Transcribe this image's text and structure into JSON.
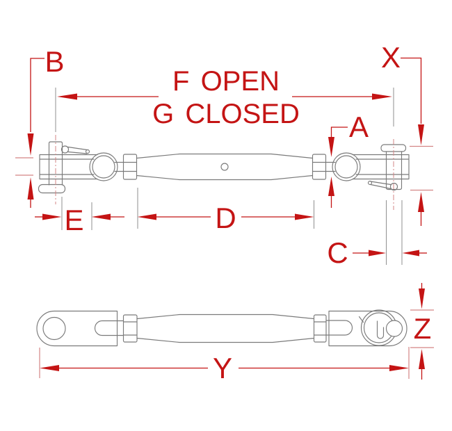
{
  "figure": {
    "type": "technical-drawing",
    "subject": "Jaw and jaw turnbuckle dimensional line drawing, two orthographic views",
    "colors": {
      "dimension_red": "#c41414",
      "geometry_gray": "#7a7a7a",
      "ext_gray": "#8f8f8f",
      "pale_red": "#d38585",
      "background": "#ffffff"
    },
    "dimension_labels": {
      "b": "B",
      "x": "X",
      "a": "A",
      "c": "C",
      "d": "D",
      "e": "E",
      "y": "Y",
      "z": "Z",
      "f_open": "F OPEN",
      "g_closed": "G CLOSED"
    }
  }
}
